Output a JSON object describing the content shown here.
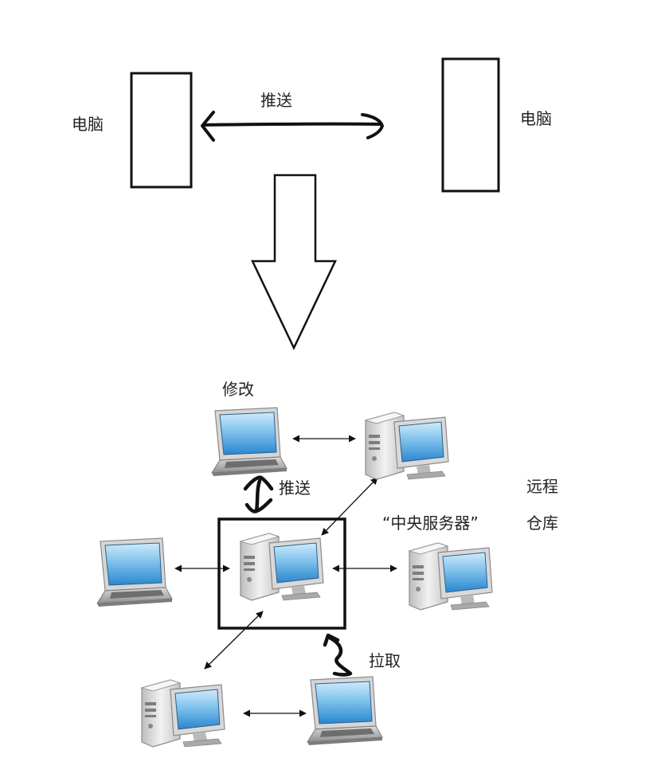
{
  "labels": {
    "computer_left": "电脑",
    "computer_right": "电脑",
    "push_top": "推送",
    "modify": "修改",
    "push_middle": "推送",
    "remote": "远程",
    "central_server": "“中央服务器”",
    "repository": "仓库",
    "pull": "拉取"
  },
  "colors": {
    "stroke": "#111111",
    "screen_light": "#a6d8f4",
    "screen_dark": "#2a86d0",
    "case_light": "#ececec",
    "case_dark": "#a7a7a7",
    "laptop_body": "#b0b0b0"
  },
  "icons": {
    "laptop": "laptop-icon",
    "desktop": "desktop-computer-icon"
  }
}
